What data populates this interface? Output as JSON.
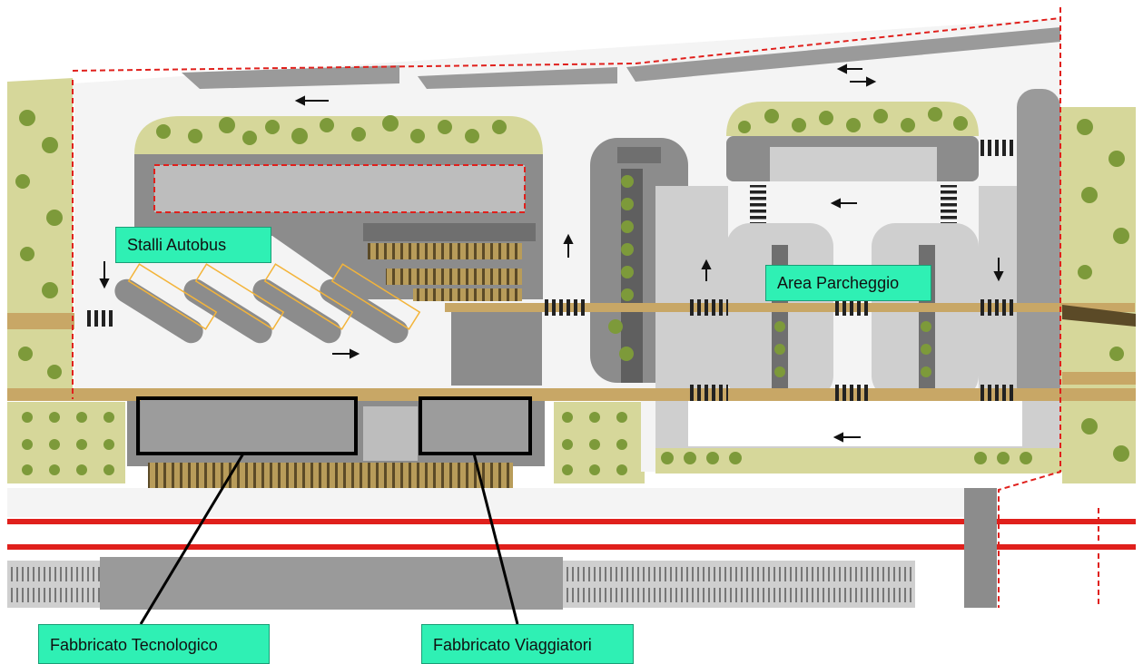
{
  "labels": {
    "bus_stalls": "Stalli Autobus",
    "parking_area": "Area Parcheggio",
    "technical_building": "Fabbricato Tecnologico",
    "passenger_building": "Fabbricato Viaggiatori"
  },
  "colors": {
    "label_fill": "#2ff0b4",
    "greenery": "#d6d79a",
    "tree": "#7d9a3a",
    "road": "#f4f4f4",
    "paving": "#8c8c8c",
    "footpath": "#c8a766",
    "rail_red": "#e0201c",
    "boundary": "#e0201c",
    "callout": "#000000"
  }
}
